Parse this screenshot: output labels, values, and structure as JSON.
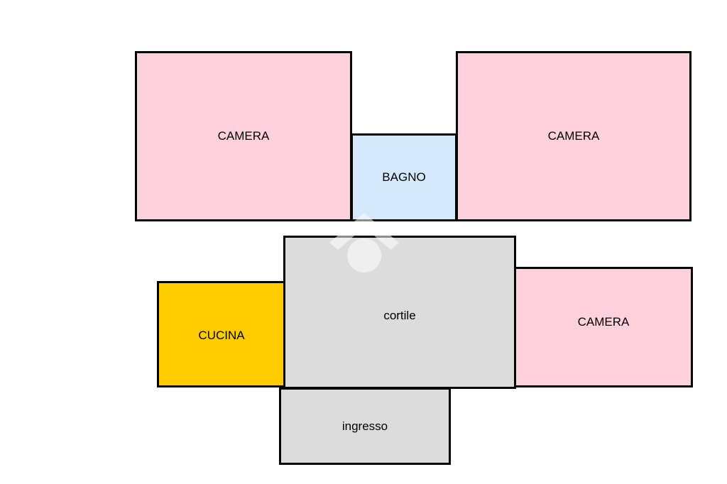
{
  "floorplan": {
    "rooms": [
      {
        "id": "camera-top-left",
        "label": "CAMERA",
        "fill": "#FFD1DC"
      },
      {
        "id": "bagno",
        "label": "BAGNO",
        "fill": "#D4E9FC"
      },
      {
        "id": "camera-top-right",
        "label": "CAMERA",
        "fill": "#FFD1DC"
      },
      {
        "id": "cucina",
        "label": "CUCINA",
        "fill": "#FFCC00"
      },
      {
        "id": "cortile",
        "label": "cortile",
        "fill": "#DCDCDC"
      },
      {
        "id": "camera-bottom-right",
        "label": "CAMERA",
        "fill": "#FFD1DC"
      },
      {
        "id": "ingresso",
        "label": "ingresso",
        "fill": "#DCDCDC"
      }
    ]
  },
  "colors": {
    "wall": "#000000",
    "background": "#FFFFFF",
    "watermark": "#FFFFFF"
  },
  "icons": {
    "watermark": "logo-watermark-icon"
  }
}
